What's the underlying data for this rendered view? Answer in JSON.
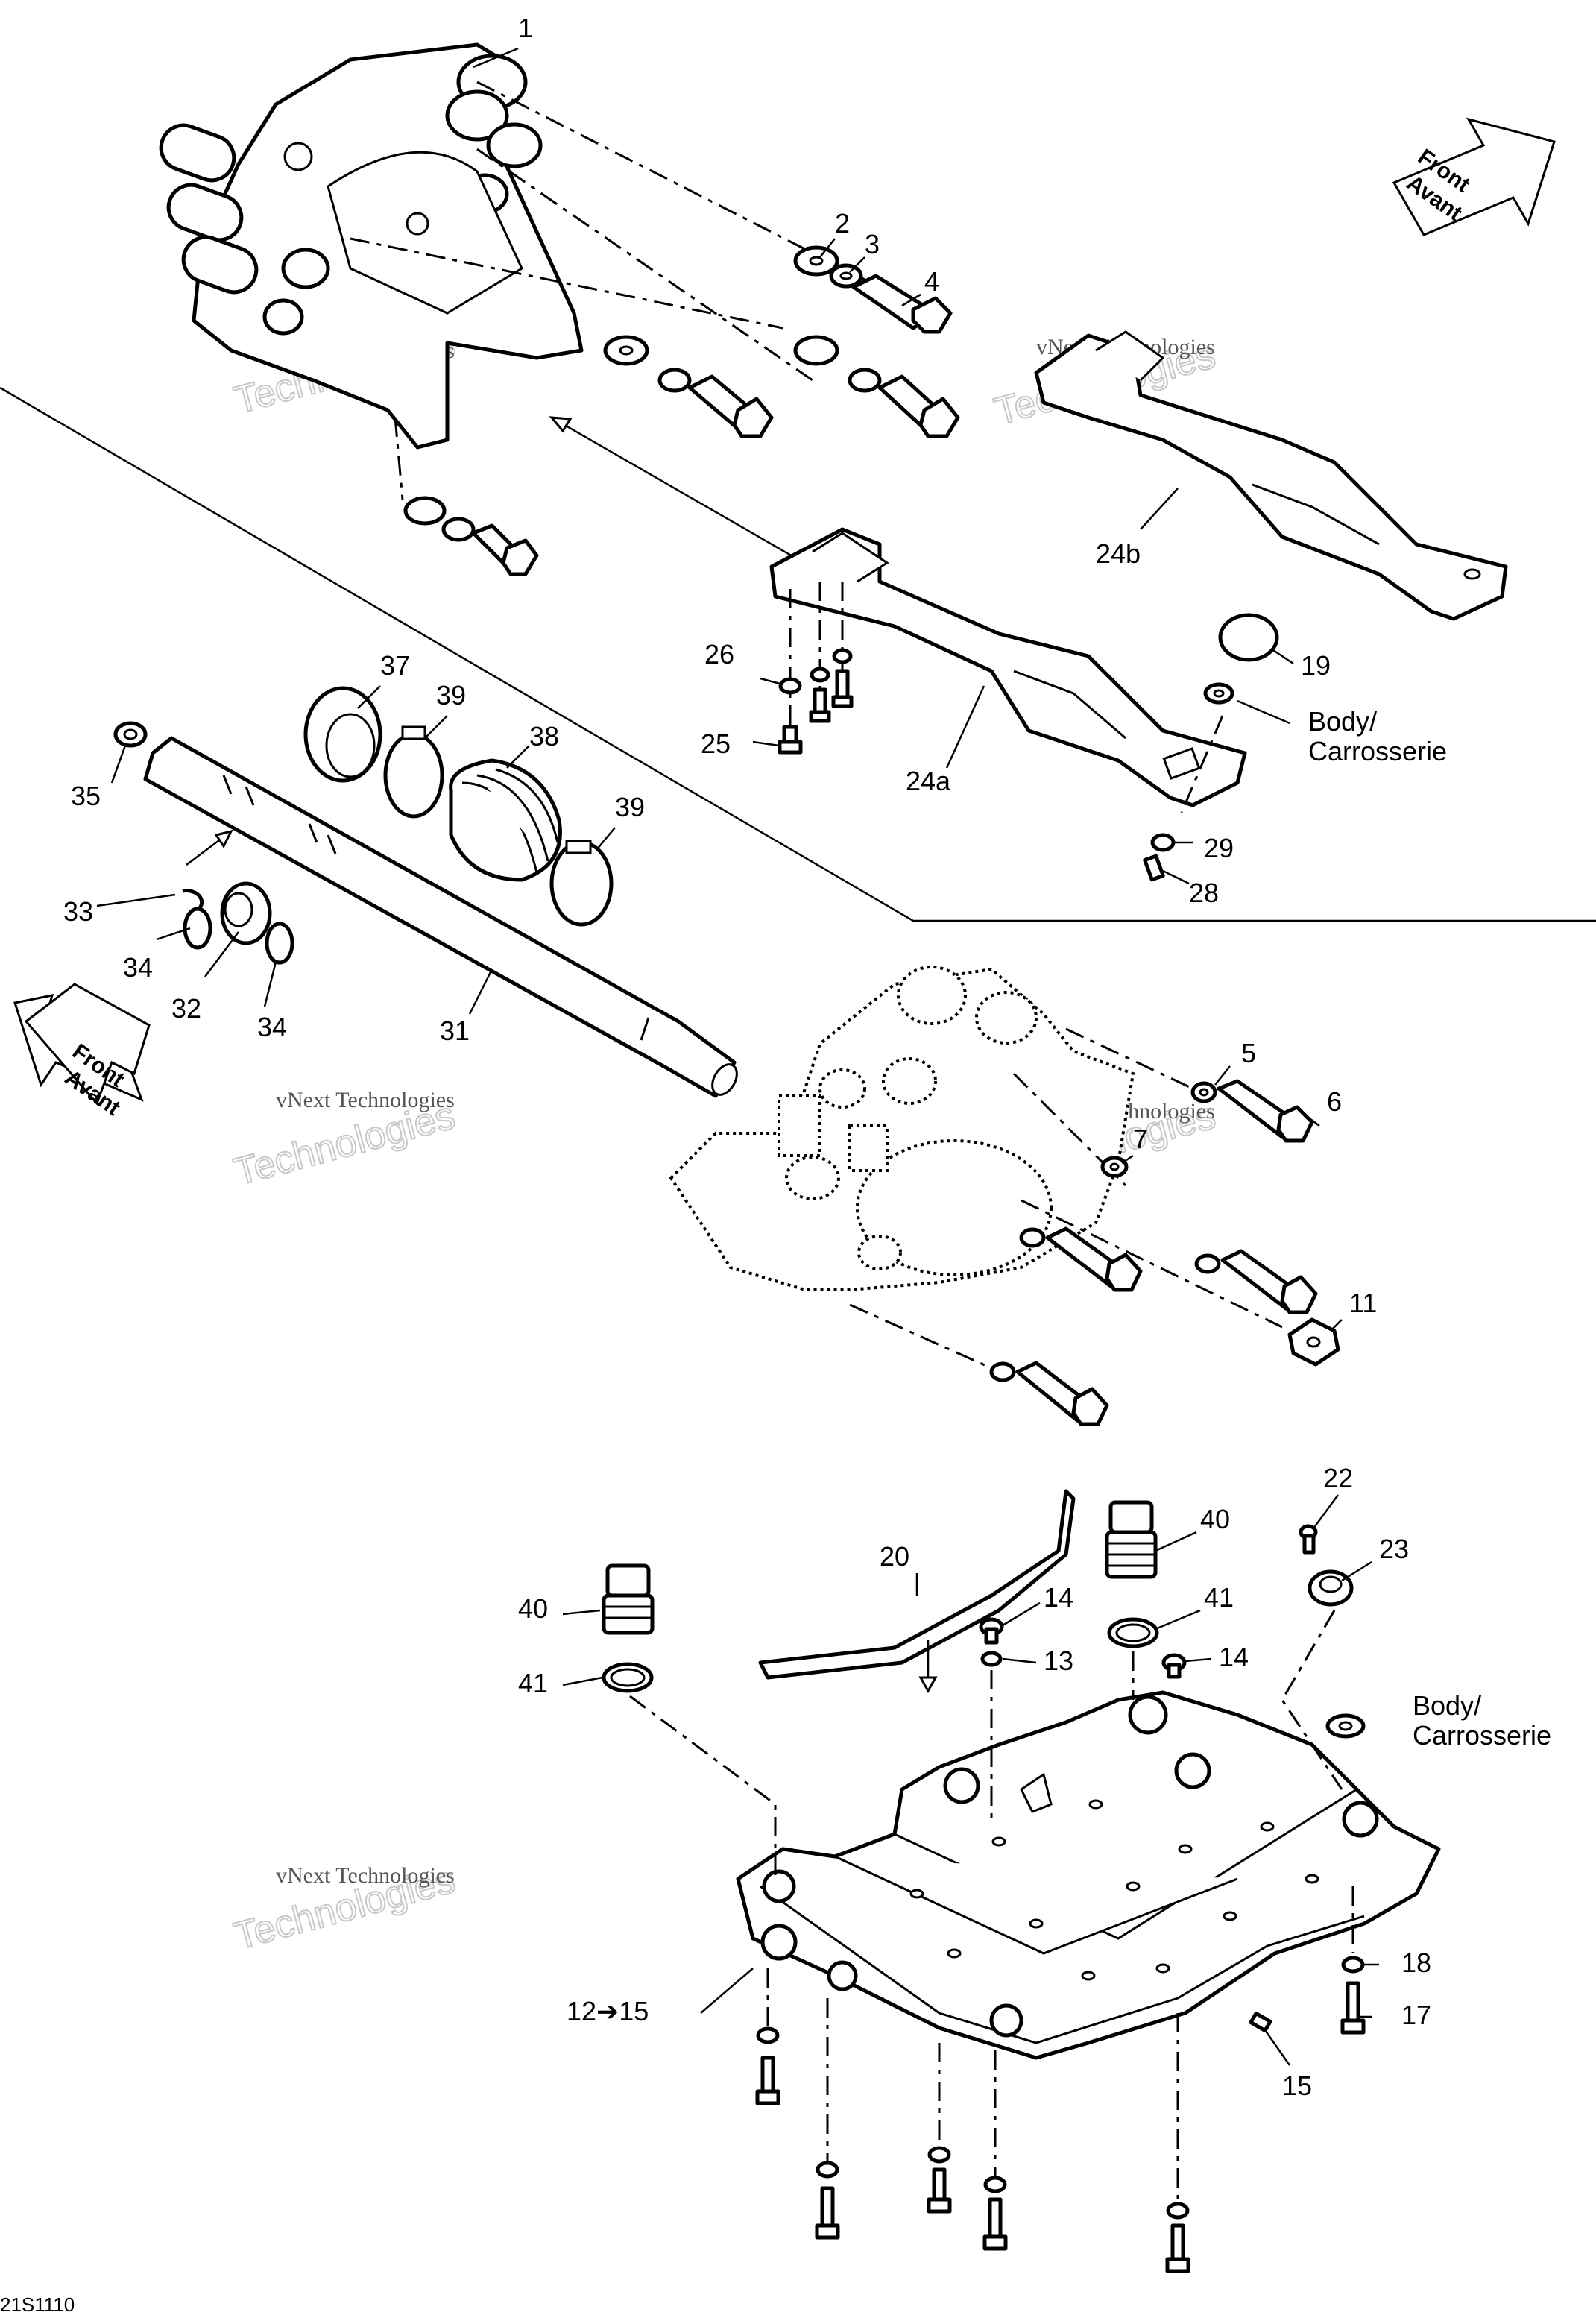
{
  "diagram_code": "21S1110",
  "watermark": {
    "line1": "vNext Technologies",
    "line2": "Technologies"
  },
  "front_arrows": [
    {
      "line1": "Front",
      "line2": "Avant"
    },
    {
      "line1": "Front",
      "line2": "Avant"
    }
  ],
  "callouts": {
    "c1": "1",
    "c2": "2",
    "c3": "3",
    "c4": "4",
    "c5": "5",
    "c6": "6",
    "c7": "7",
    "c11": "11",
    "c12_15": "12➔15",
    "c13": "13",
    "c14a": "14",
    "c14b": "14",
    "c15": "15",
    "c17": "17",
    "c18": "18",
    "c19": "19",
    "c20": "20",
    "c22": "22",
    "c23": "23",
    "c24a": "24a",
    "c24b": "24b",
    "c25": "25",
    "c26": "26",
    "c28": "28",
    "c29": "29",
    "c31": "31",
    "c32": "32",
    "c33": "33",
    "c34a": "34",
    "c34b": "34",
    "c35": "35",
    "c37": "37",
    "c38": "38",
    "c39a": "39",
    "c39b": "39",
    "c40a": "40",
    "c40b": "40",
    "c41a": "41",
    "c41b": "41"
  },
  "body_labels": [
    {
      "line1": "Body/",
      "line2": "Carrosserie"
    },
    {
      "line1": "Body/",
      "line2": "Carrosserie"
    }
  ]
}
